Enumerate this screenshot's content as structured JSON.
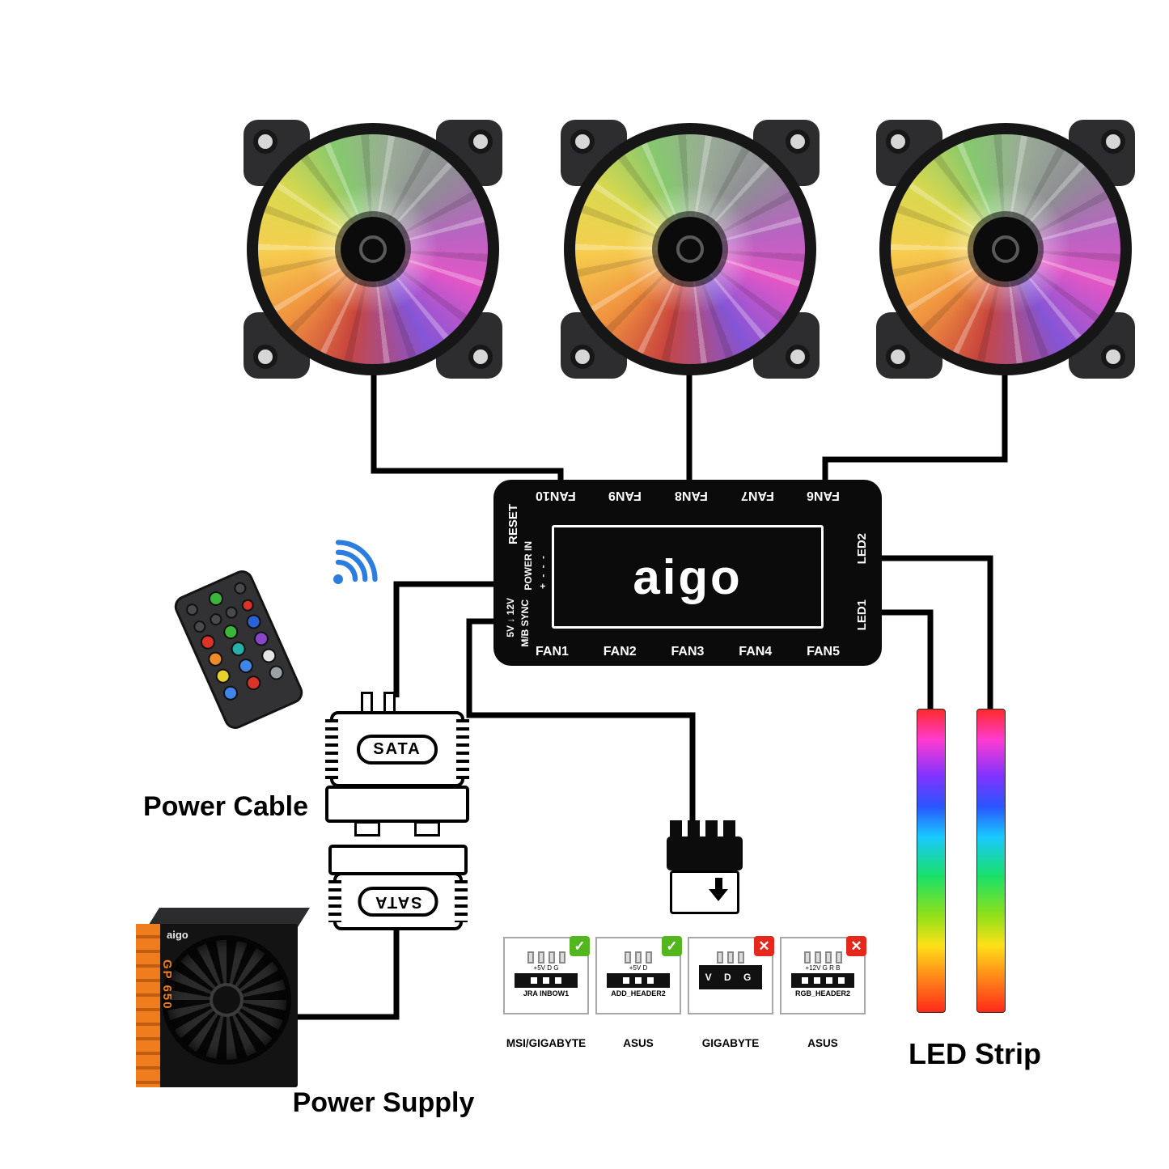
{
  "controller": {
    "brand": "aigo",
    "top_ports": [
      "FAN10",
      "FAN9",
      "FAN8",
      "FAN7",
      "FAN6"
    ],
    "bottom_ports": [
      "FAN1",
      "FAN2",
      "FAN3",
      "FAN4",
      "FAN5"
    ],
    "left": {
      "reset": "RESET",
      "power_in": "POWER IN",
      "power_pins": "+ - - -",
      "sync1": "5V ↓ 12V",
      "sync2": "M/B SYNC"
    },
    "right": {
      "led2": "LED2",
      "led1": "LED1"
    }
  },
  "labels": {
    "power_cable": "Power Cable",
    "power_supply": "Power Supply",
    "led_strip": "LED Strip"
  },
  "sata": {
    "top": "SATA",
    "bottom": "SATA"
  },
  "psu": {
    "brand": "aigo",
    "model": "GP 650"
  },
  "headers": [
    {
      "name": "MSI/GIGABYTE",
      "pin_text": "+5V D      G",
      "sub": "JRA INBOW1",
      "badge": "✓"
    },
    {
      "name": "ASUS",
      "pin_text": "+5V D",
      "sub": "ADD_HEADER2",
      "badge": "✓"
    },
    {
      "name": "GIGABYTE",
      "pin_text": "V D G",
      "sub": "",
      "badge": "✕"
    },
    {
      "name": "ASUS",
      "pin_text": "+12V G R B",
      "sub": "RGB_HEADER2",
      "badge": "✕"
    }
  ],
  "status_colors": {
    "ok": "#52b71e",
    "error": "#e5281b"
  }
}
